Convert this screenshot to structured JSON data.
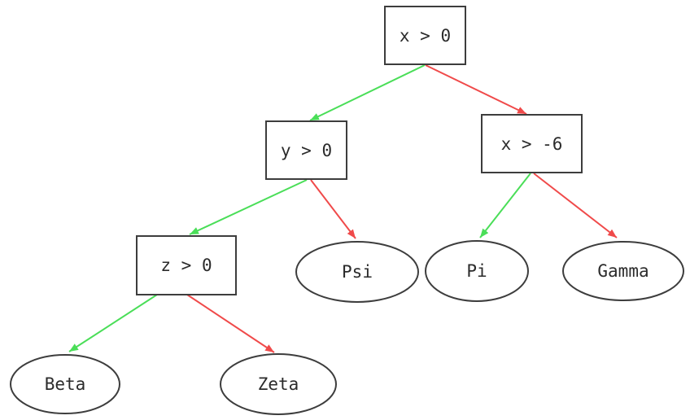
{
  "diagram": {
    "type": "decision-tree",
    "nodes": [
      {
        "id": "n0",
        "label": "x > 0",
        "shape": "rect",
        "role": "decision"
      },
      {
        "id": "n1",
        "label": "y > 0",
        "shape": "rect",
        "role": "decision"
      },
      {
        "id": "n2",
        "label": "x > -6",
        "shape": "rect",
        "role": "decision"
      },
      {
        "id": "n3",
        "label": "z > 0",
        "shape": "rect",
        "role": "decision"
      },
      {
        "id": "n4",
        "label": "Psi",
        "shape": "ellipse",
        "role": "leaf"
      },
      {
        "id": "n5",
        "label": "Pi",
        "shape": "ellipse",
        "role": "leaf"
      },
      {
        "id": "n6",
        "label": "Gamma",
        "shape": "ellipse",
        "role": "leaf"
      },
      {
        "id": "n7",
        "label": "Beta",
        "shape": "ellipse",
        "role": "leaf"
      },
      {
        "id": "n8",
        "label": "Zeta",
        "shape": "ellipse",
        "role": "leaf"
      }
    ],
    "edges": [
      {
        "from": "x > 0",
        "to": "y > 0",
        "branch": "true"
      },
      {
        "from": "x > 0",
        "to": "x > -6",
        "branch": "false"
      },
      {
        "from": "y > 0",
        "to": "z > 0",
        "branch": "true"
      },
      {
        "from": "y > 0",
        "to": "Psi",
        "branch": "false"
      },
      {
        "from": "x > -6",
        "to": "Pi",
        "branch": "true"
      },
      {
        "from": "x > -6",
        "to": "Gamma",
        "branch": "false"
      },
      {
        "from": "z > 0",
        "to": "Beta",
        "branch": "true"
      },
      {
        "from": "z > 0",
        "to": "Zeta",
        "branch": "false"
      }
    ],
    "colors": {
      "true_branch": "#4ade58",
      "false_branch": "#f04a4a",
      "node_border": "#3d3d3d",
      "node_fill": "#ffffff",
      "text": "#2b2b2b",
      "background": "#ffffff"
    }
  }
}
